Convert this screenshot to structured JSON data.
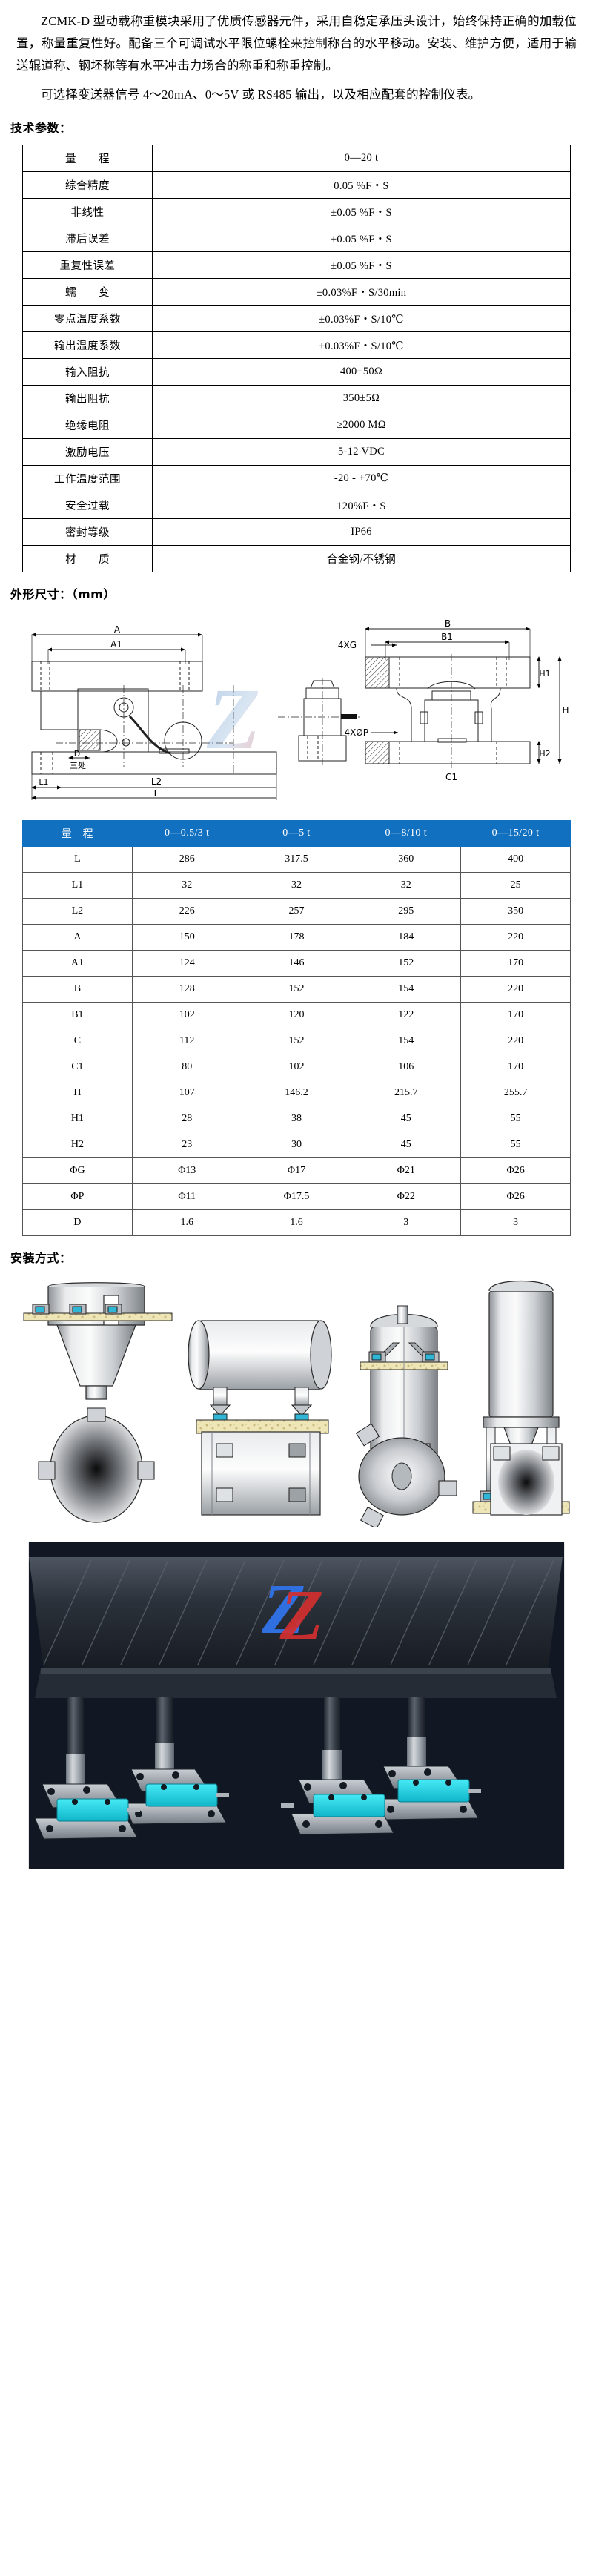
{
  "intro": {
    "paragraph1": "ZCMK-D 型动载称重模块采用了优质传感器元件，采用自稳定承压头设计，始终保持正确的加载位置，称量重复性好。配备三个可调试水平限位螺栓来控制称台的水平移动。安装、维护方便，适用于输送辊道称、钢坯称等有水平冲击力场合的称重和称重控制。",
    "paragraph2": "可选择变送器信号 4～20mA、0～5V 或 RS485 输出，以及相应配套的控制仪表。"
  },
  "sections": {
    "tech_params_heading": "技术参数：",
    "dimensions_heading": "外形尺寸：（mm）",
    "install_heading": "安装方式："
  },
  "spec_table": {
    "rows": [
      {
        "label": "量　　程",
        "value": "0—20 t"
      },
      {
        "label": "综合精度",
        "value": "0.05 %F・S"
      },
      {
        "label": "非线性",
        "value": "±0.05 %F・S"
      },
      {
        "label": "滞后误差",
        "value": "±0.05 %F・S"
      },
      {
        "label": "重复性误差",
        "value": "±0.05 %F・S"
      },
      {
        "label": "蠕　　变",
        "value": "±0.03%F・S/30min"
      },
      {
        "label": "零点温度系数",
        "value": "±0.03%F・S/10℃"
      },
      {
        "label": "输出温度系数",
        "value": "±0.03%F・S/10℃"
      },
      {
        "label": "输入阻抗",
        "value": "400±50Ω"
      },
      {
        "label": "输出阻抗",
        "value": "350±5Ω"
      },
      {
        "label": "绝缘电阻",
        "value": "≥2000 MΩ"
      },
      {
        "label": "激励电压",
        "value": "5-12 VDC"
      },
      {
        "label": "工作温度范围",
        "value": "-20 - +70℃"
      },
      {
        "label": "安全过载",
        "value": "120%F・S"
      },
      {
        "label": "密封等级",
        "value": "IP66"
      },
      {
        "label": "材　　质",
        "value": "合金钢/不锈钢"
      }
    ]
  },
  "dim_table": {
    "header_accent": "#1270c0",
    "headers": [
      "量　程",
      "0—0.5/3 t",
      "0—5 t",
      "0—8/10 t",
      "0—15/20 t"
    ],
    "rows": [
      {
        "label": "L",
        "values": [
          "286",
          "317.5",
          "360",
          "400"
        ]
      },
      {
        "label": "L1",
        "values": [
          "32",
          "32",
          "32",
          "25"
        ]
      },
      {
        "label": "L2",
        "values": [
          "226",
          "257",
          "295",
          "350"
        ]
      },
      {
        "label": "A",
        "values": [
          "150",
          "178",
          "184",
          "220"
        ]
      },
      {
        "label": "A1",
        "values": [
          "124",
          "146",
          "152",
          "170"
        ]
      },
      {
        "label": "B",
        "values": [
          "128",
          "152",
          "154",
          "220"
        ]
      },
      {
        "label": "B1",
        "values": [
          "102",
          "120",
          "122",
          "170"
        ]
      },
      {
        "label": "C",
        "values": [
          "112",
          "152",
          "154",
          "220"
        ]
      },
      {
        "label": "C1",
        "values": [
          "80",
          "102",
          "106",
          "170"
        ]
      },
      {
        "label": "H",
        "values": [
          "107",
          "146.2",
          "215.7",
          "255.7"
        ]
      },
      {
        "label": "H1",
        "values": [
          "28",
          "38",
          "45",
          "55"
        ]
      },
      {
        "label": "H2",
        "values": [
          "23",
          "30",
          "45",
          "55"
        ]
      },
      {
        "label": "ΦG",
        "values": [
          "Φ13",
          "Φ17",
          "Φ21",
          "Φ26"
        ]
      },
      {
        "label": "ΦP",
        "values": [
          "Φ11",
          "Φ17.5",
          "Φ22",
          "Φ26"
        ]
      },
      {
        "label": "D",
        "values": [
          "1.6",
          "1.6",
          "3",
          "3"
        ]
      }
    ]
  },
  "drawing": {
    "labels": {
      "a": "A",
      "a1": "A1",
      "b": "B",
      "b1": "B1",
      "c1": "C1",
      "d": "D",
      "d_note": "三处",
      "h": "H",
      "h1": "H1",
      "h2": "H2",
      "l": "L",
      "l1": "L1",
      "l2": "L2",
      "g_holes": "4XG",
      "p_holes": "4XØP"
    },
    "watermark": "Z"
  },
  "photo": {
    "watermark": "Z",
    "caption": ""
  }
}
